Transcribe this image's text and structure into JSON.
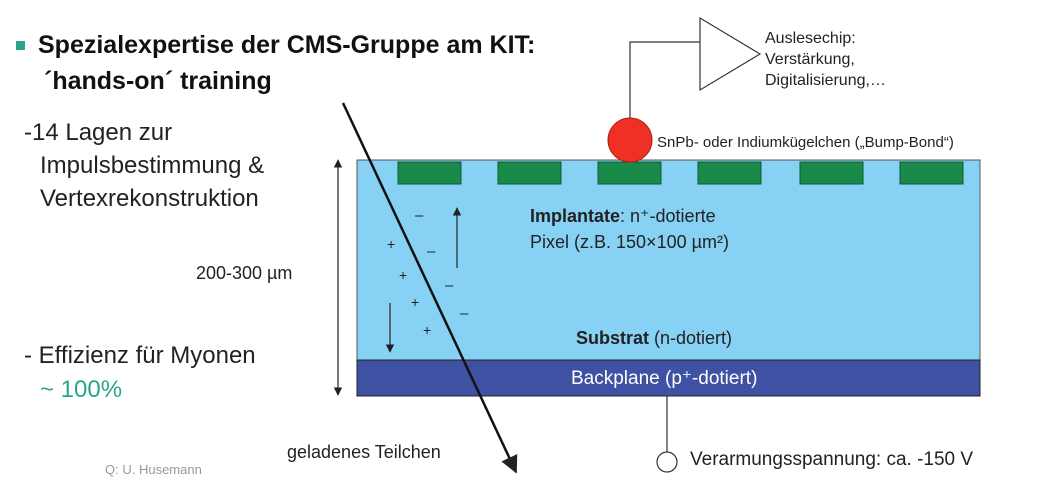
{
  "heading": {
    "line1": "Spezialexpertise der CMS-Gruppe am KIT:",
    "line2": "´hands-on´ training"
  },
  "left": {
    "item1": [
      "-14 Lagen zur",
      "Impulsbestimmung &",
      "Vertexrekonstruktion"
    ],
    "item2": "- Effizienz für Myonen",
    "item2_value": "~ 100%"
  },
  "labels": {
    "readout_chip": [
      "Auslesechip:",
      "Verstärkung,",
      "Digitalisierung,…"
    ],
    "bump_bond": "SnPb- oder Indiumkügelchen („Bump-Bond“)",
    "implant_bold": "Implantate",
    "implant_rest": ": n⁺-dotierte",
    "implant_line2": "Pixel (z.B. 150×100 µm²)",
    "thickness": "200-300 µm",
    "substrate_bold": "Substrat",
    "substrate_rest": " (n-dotiert)",
    "backplane": "Backplane (p⁺-dotiert)",
    "particle": "geladenes Teilchen",
    "bias": "Verarmungsspannung: ca. -150 V",
    "source": "Q: U. Husemann"
  },
  "charges": {
    "minus": "–",
    "plus": "+"
  },
  "colors": {
    "sensor": "#87d1f5",
    "backplane": "#3f51a3",
    "pixel": "#1a8a4a",
    "bump": "#ee3124",
    "accent": "#2aa58a"
  }
}
